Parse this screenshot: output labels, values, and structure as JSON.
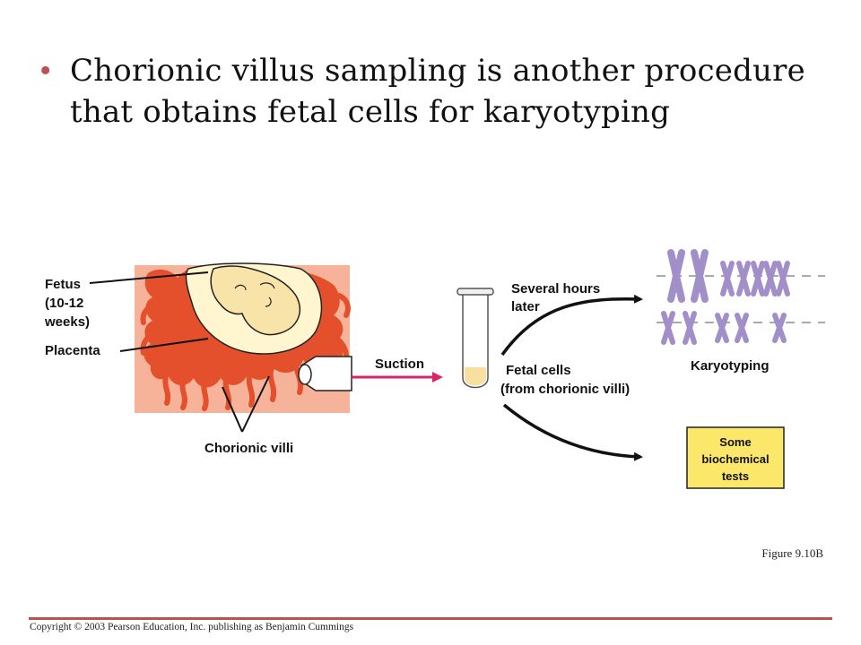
{
  "slide": {
    "bullet": "Chorionic villus sampling is another procedure that obtains fetal cells for karyotyping",
    "figure_caption": "Figure 9.10B",
    "copyright": "Copyright © 2003 Pearson Education, Inc. publishing as Benjamin Cummings",
    "accent_color": "#c0504d"
  },
  "diagram": {
    "labels": {
      "fetus_line1": "Fetus",
      "fetus_line2": "(10-12",
      "fetus_line3": "weeks)",
      "placenta": "Placenta",
      "chorionic_villi": "Chorionic villi",
      "suction": "Suction",
      "several_hours_line1": "Several hours",
      "several_hours_line2": "later",
      "fetal_cells_line1": "Fetal cells",
      "fetal_cells_line2": "(from chorionic villi)",
      "karyotyping": "Karyotyping",
      "biochem_line1": "Some",
      "biochem_line2": "biochemical",
      "biochem_line3": "tests"
    },
    "colors": {
      "uterus_background": "#f6b39a",
      "placenta": "#e3502b",
      "amniotic_sac": "#fff6cf",
      "fetus": "#f8e4a8",
      "chromosome": "#a28ec9",
      "suction_arrow": "#d9246b",
      "tests_box": "#fbe769",
      "tube_fluid": "#f9dfa0"
    }
  }
}
